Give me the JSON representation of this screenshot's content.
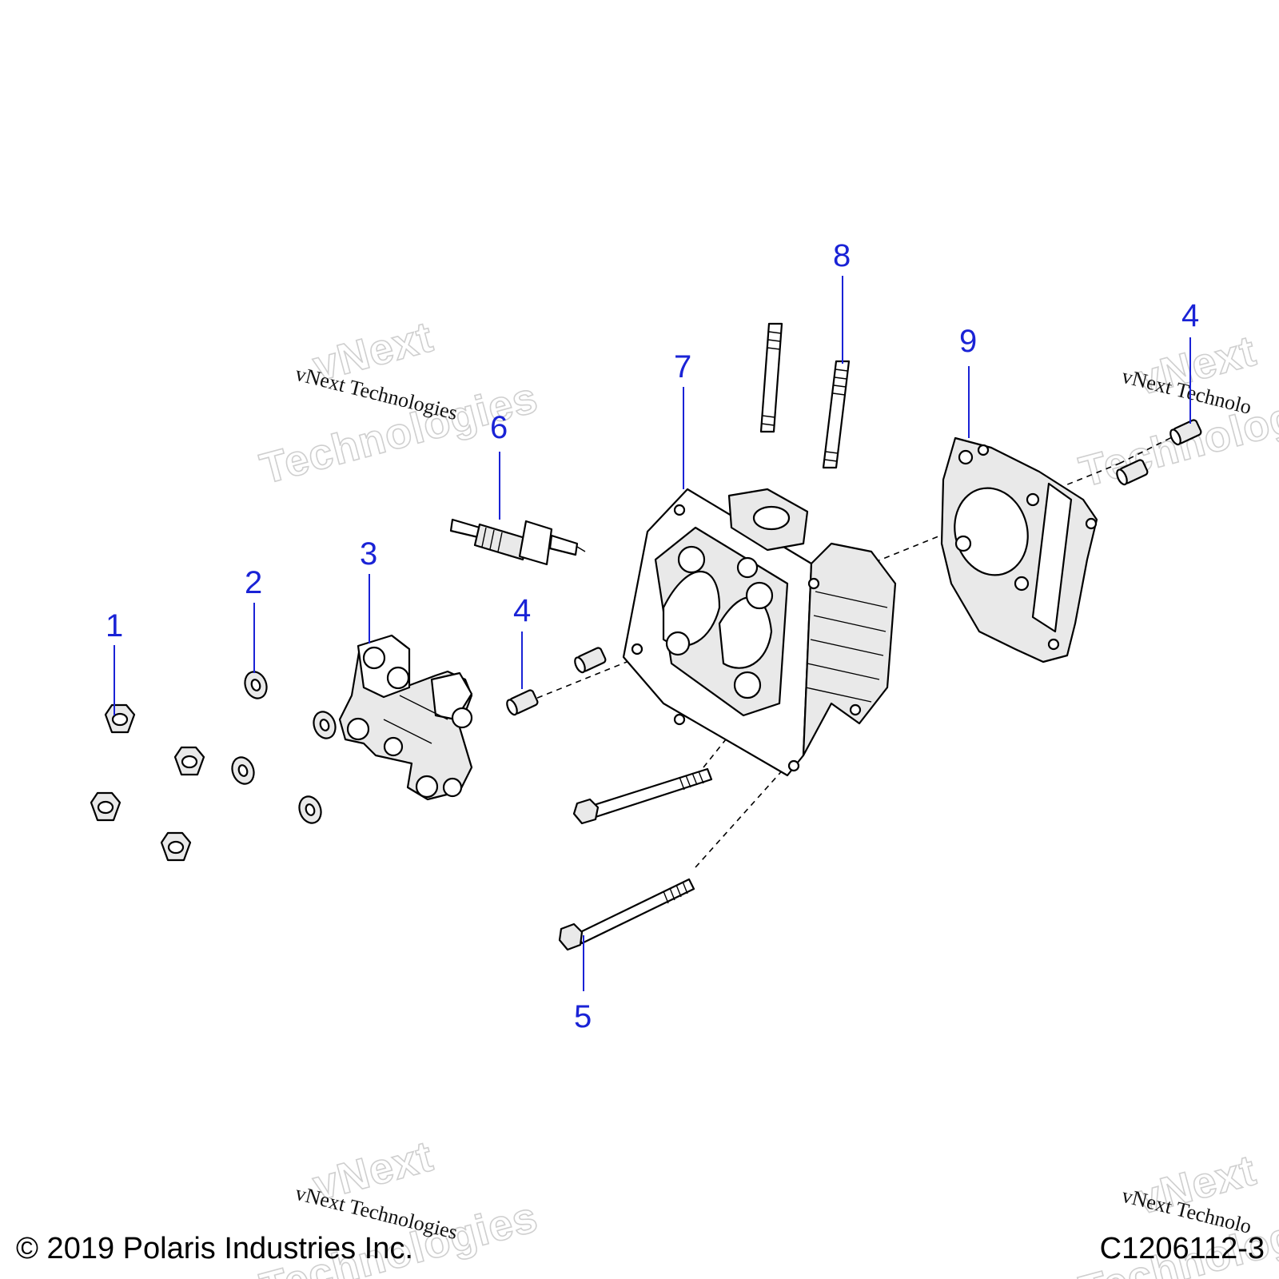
{
  "callouts": [
    {
      "id": "1",
      "label": "1"
    },
    {
      "id": "2",
      "label": "2"
    },
    {
      "id": "3",
      "label": "3"
    },
    {
      "id": "4a",
      "label": "4"
    },
    {
      "id": "4b",
      "label": "4"
    },
    {
      "id": "5",
      "label": "5"
    },
    {
      "id": "6",
      "label": "6"
    },
    {
      "id": "7",
      "label": "7"
    },
    {
      "id": "8",
      "label": "8"
    },
    {
      "id": "9",
      "label": "9"
    }
  ],
  "watermark": {
    "big_line1": "vNext",
    "big_line2": "Technologies",
    "small": "vNext Technologies",
    "small_cut": "vNext Technolo",
    "big_cut1": "vNext",
    "big_cut2": "Technolog"
  },
  "footer": {
    "copyright": "© 2019 Polaris Industries Inc.",
    "figure_id": "C1206112-3"
  }
}
